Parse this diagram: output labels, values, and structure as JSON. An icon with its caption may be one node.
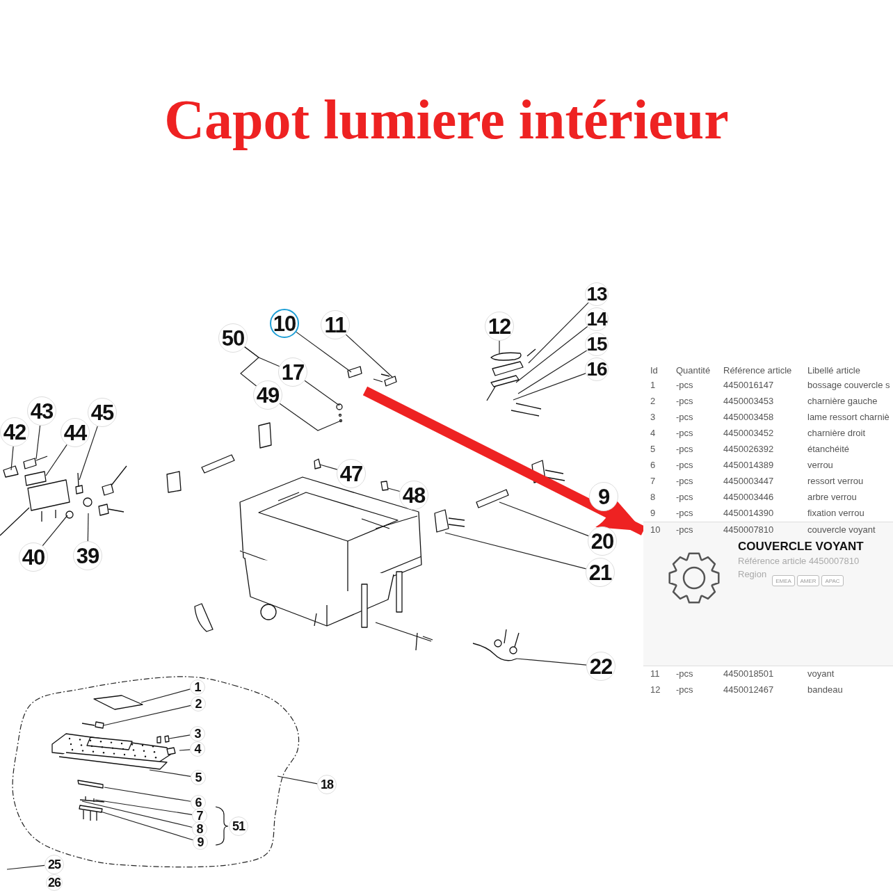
{
  "diagram": {
    "title": "Capot lumiere intérieur",
    "nodes": [
      {
        "text": [
          "10"
        ]
      },
      {
        "text": [
          "11"
        ]
      },
      {
        "text": [
          "50"
        ]
      },
      {
        "text": [
          "17"
        ]
      },
      {
        "text": [
          "49"
        ]
      },
      {
        "text": [
          "12"
        ]
      },
      {
        "text": [
          "13"
        ]
      },
      {
        "text": [
          "14"
        ]
      },
      {
        "text": [
          "15"
        ]
      },
      {
        "text": [
          "16"
        ]
      },
      {
        "text": [
          "43"
        ]
      },
      {
        "text": [
          "45"
        ]
      },
      {
        "text": [
          "42"
        ]
      },
      {
        "text": [
          "44"
        ]
      },
      {
        "text": [
          "40"
        ]
      },
      {
        "text": [
          "39"
        ]
      },
      {
        "text": [
          "47"
        ]
      },
      {
        "text": [
          "48"
        ]
      },
      {
        "text": [
          "9"
        ]
      },
      {
        "text": [
          "20"
        ]
      },
      {
        "text": [
          "21"
        ]
      },
      {
        "text": [
          "22"
        ]
      },
      {
        "text": [],
        "shape": "cloud"
      },
      {
        "text": [
          "1"
        ],
        "in": 22
      },
      {
        "text": [
          "2"
        ],
        "in": 22
      },
      {
        "text": [
          "3"
        ],
        "in": 22
      },
      {
        "text": [
          "4"
        ],
        "in": 22
      },
      {
        "text": [
          "5"
        ],
        "in": 22
      },
      {
        "text": [
          "6"
        ],
        "in": 22
      },
      {
        "text": [
          "7"
        ],
        "in": 22
      },
      {
        "text": [
          "8"
        ],
        "in": 22
      },
      {
        "text": [
          "9"
        ],
        "in": 22
      },
      {
        "text": [
          "51"
        ],
        "in": 22
      },
      {
        "text": [
          "18"
        ]
      },
      {
        "text": [
          "25"
        ]
      },
      {
        "text": [
          "26"
        ]
      },
      {
        "text": [
          "10",
          "-pcs",
          "4450007810",
          "couvercle voyant",
          "COUVERCLE VOYANT",
          "Référence article 4450007810",
          "Region"
        ]
      },
      {
        "text": [
          "EMEA"
        ],
        "in": 36
      },
      {
        "text": [
          "AMER"
        ],
        "in": 36
      },
      {
        "text": [
          "APAC"
        ],
        "in": 36
      }
    ],
    "edges": [
      {
        "from": 0,
        "to": null,
        "arrow": "none"
      },
      {
        "from": 1,
        "to": null,
        "arrow": "none"
      },
      {
        "from": 2,
        "to": 3,
        "arrow": "none"
      },
      {
        "from": 2,
        "to": 4,
        "arrow": "none"
      },
      {
        "from": 3,
        "to": null,
        "arrow": "none"
      },
      {
        "from": 4,
        "to": null,
        "arrow": "none"
      },
      {
        "from": 5,
        "to": null,
        "arrow": "none"
      },
      {
        "from": 6,
        "to": null,
        "arrow": "none"
      },
      {
        "from": 7,
        "to": null,
        "arrow": "none"
      },
      {
        "from": 8,
        "to": null,
        "arrow": "none"
      },
      {
        "from": 9,
        "to": null,
        "arrow": "none"
      },
      {
        "from": 10,
        "to": null,
        "arrow": "none"
      },
      {
        "from": 11,
        "to": null,
        "arrow": "none"
      },
      {
        "from": 12,
        "to": null,
        "arrow": "none"
      },
      {
        "from": 13,
        "to": null,
        "arrow": "none"
      },
      {
        "from": 14,
        "to": null,
        "arrow": "none"
      },
      {
        "from": 15,
        "to": null,
        "arrow": "none"
      },
      {
        "from": 16,
        "to": null,
        "arrow": "none"
      },
      {
        "from": 17,
        "to": null,
        "arrow": "none"
      },
      {
        "from": 19,
        "to": null,
        "arrow": "none"
      },
      {
        "from": 20,
        "to": null,
        "arrow": "none"
      },
      {
        "from": 21,
        "to": null,
        "arrow": "none"
      },
      {
        "from": 23,
        "to": null,
        "arrow": "none"
      },
      {
        "from": 24,
        "to": null,
        "arrow": "none"
      },
      {
        "from": 25,
        "to": null,
        "arrow": "none"
      },
      {
        "from": 26,
        "to": null,
        "arrow": "none"
      },
      {
        "from": 27,
        "to": null,
        "arrow": "none"
      },
      {
        "from": 28,
        "to": null,
        "arrow": "none"
      },
      {
        "from": 29,
        "to": null,
        "arrow": "none"
      },
      {
        "from": 30,
        "to": null,
        "arrow": "none"
      },
      {
        "from": 31,
        "to": null,
        "arrow": "none"
      },
      {
        "from": 33,
        "to": 22,
        "arrow": "none"
      },
      {
        "from": 34,
        "to": null,
        "arrow": "none"
      },
      {
        "from": null,
        "to": 36,
        "arrow": "to",
        "style": "thick",
        "color": "#ee2222"
      }
    ],
    "labels": [
      "Id",
      "Quantité",
      "Référence article",
      "Libellé article",
      "1",
      "-pcs",
      "4450016147",
      "bossage couvercle s",
      "2",
      "-pcs",
      "4450003453",
      "charnière gauche",
      "3",
      "-pcs",
      "4450003458",
      "lame ressort charniè",
      "4",
      "-pcs",
      "4450003452",
      "charnière droit",
      "5",
      "-pcs",
      "4450026392",
      "étanchéité",
      "6",
      "-pcs",
      "4450014389",
      "verrou",
      "7",
      "-pcs",
      "4450003447",
      "ressort verrou",
      "8",
      "-pcs",
      "4450003446",
      "arbre verrou",
      "9",
      "-pcs",
      "4450014390",
      "fixation verrou",
      "11",
      "-pcs",
      "4450018501",
      "voyant",
      "12",
      "-pcs",
      "4450012467",
      "bandeau"
    ]
  }
}
